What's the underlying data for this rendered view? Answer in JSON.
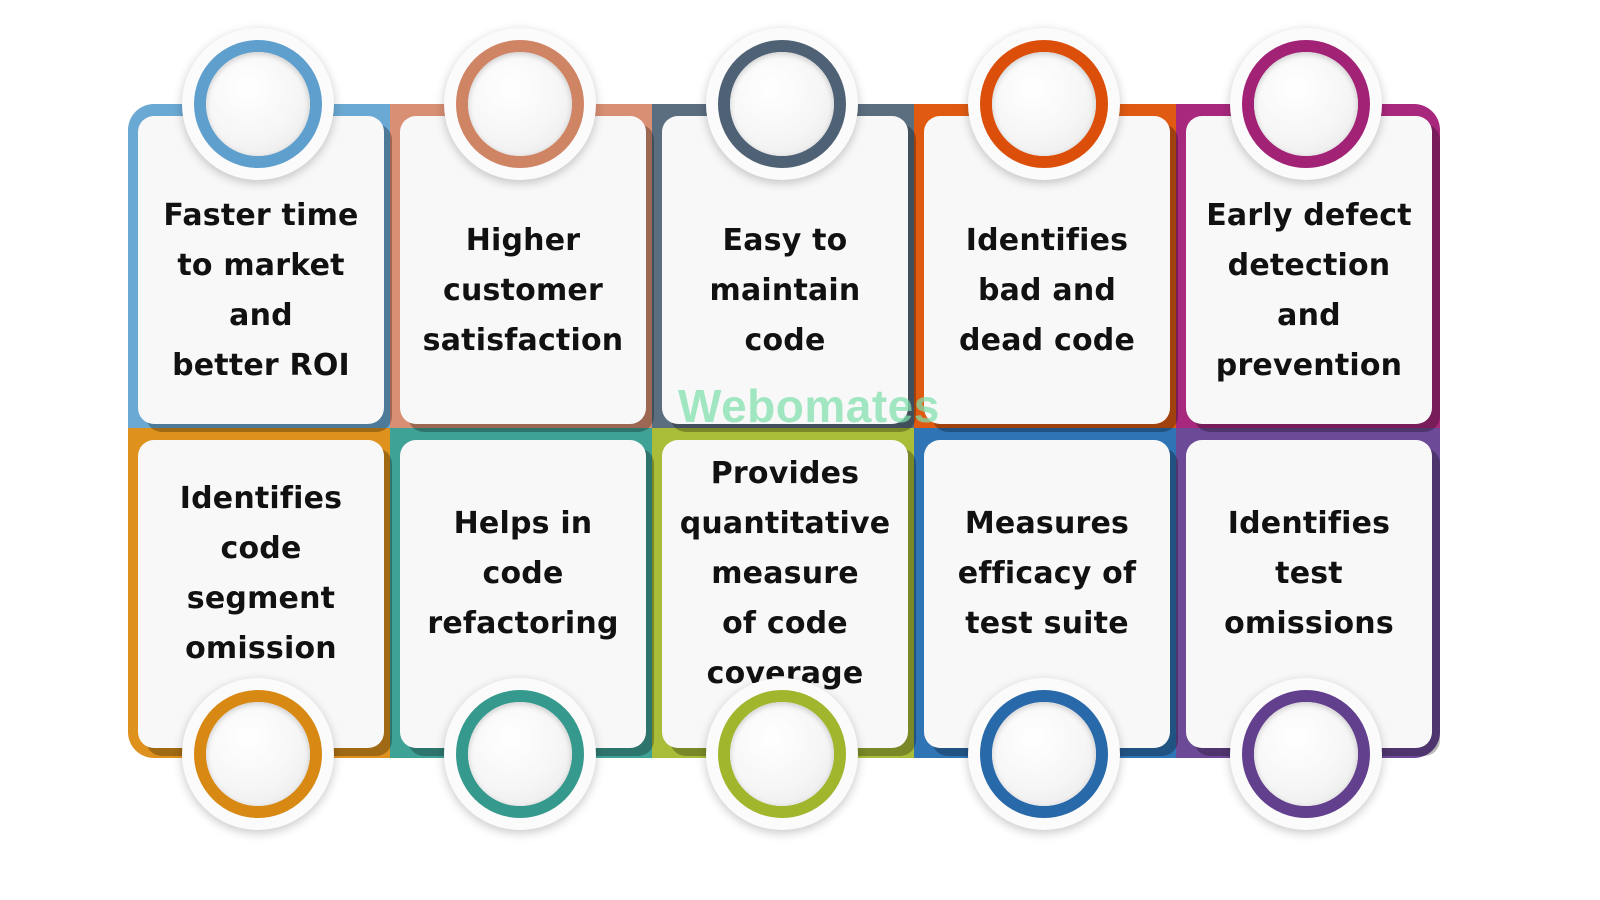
{
  "watermark": "Webomates",
  "cards": [
    {
      "text": "Faster time\nto market\nand\nbetter ROI",
      "color": "#6aa9d3",
      "ring_color": "#5e9fcd"
    },
    {
      "text": "Higher\ncustomer\nsatisfaction",
      "color": "#d98f73",
      "ring_color": "#cf8464"
    },
    {
      "text": "Easy to\nmaintain\ncode",
      "color": "#5b6e80",
      "ring_color": "#4f6275"
    },
    {
      "text": "Identifies\nbad and\ndead code",
      "color": "#e05a12",
      "ring_color": "#db4f0b"
    },
    {
      "text": "Early defect\ndetection\nand\nprevention",
      "color": "#a8287d",
      "ring_color": "#a22276"
    },
    {
      "text": "Identifies\ncode\nsegment\nomission",
      "color": "#de921d",
      "ring_color": "#d88913"
    },
    {
      "text": "Helps in\ncode\nrefactoring",
      "color": "#3fa296",
      "ring_color": "#35998d"
    },
    {
      "text": "Provides\nquantitative\nmeasure\nof code\ncoverage",
      "color": "#a9bd38",
      "ring_color": "#a1b52d"
    },
    {
      "text": "Measures\nefficacy of\ntest suite",
      "color": "#2f74b5",
      "ring_color": "#2869aa"
    },
    {
      "text": "Identifies\ntest\nomissions",
      "color": "#6d4a97",
      "ring_color": "#63408e"
    }
  ]
}
